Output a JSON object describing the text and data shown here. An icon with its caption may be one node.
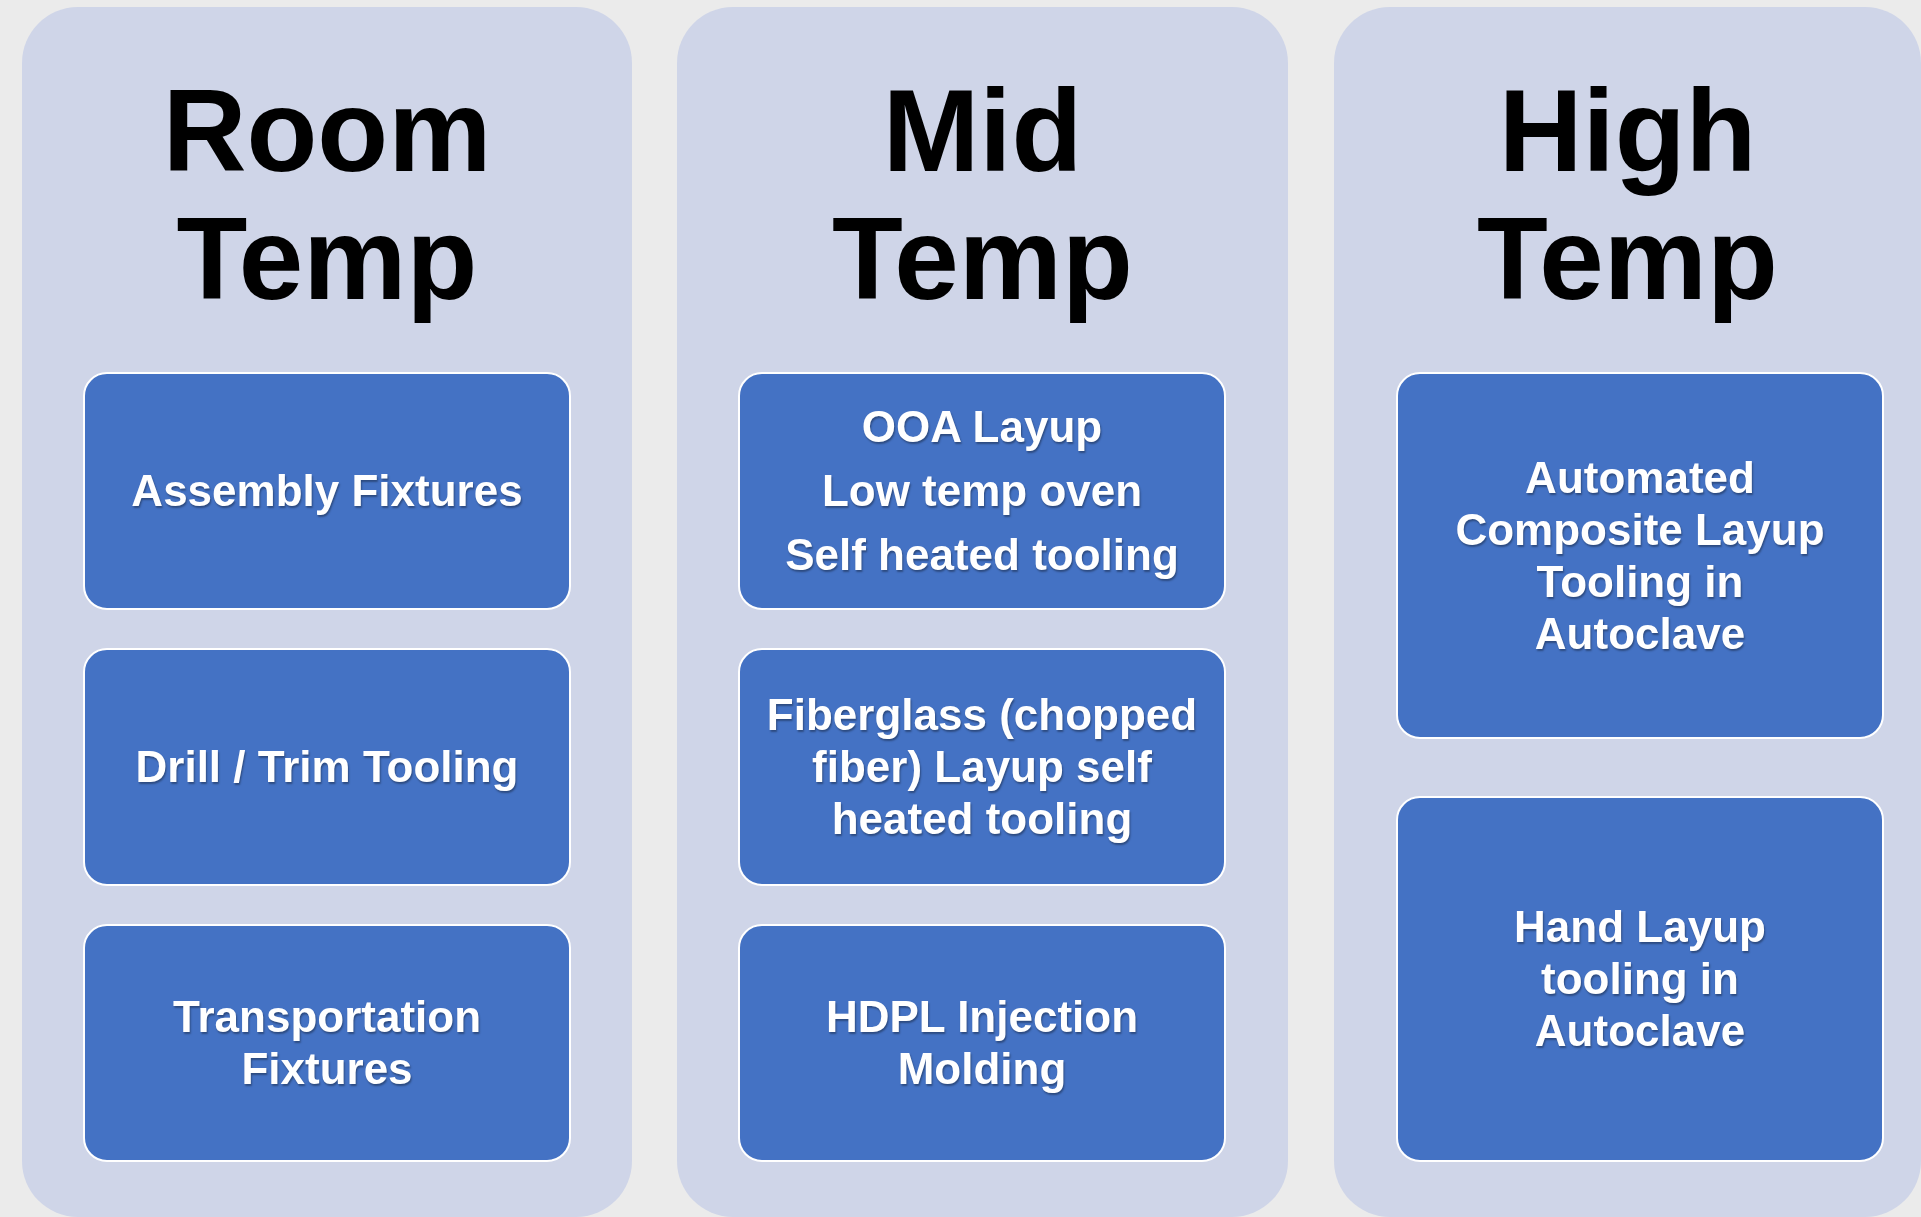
{
  "diagram": {
    "nodes": [
      {
        "text": [
          "Room Temp"
        ]
      },
      {
        "text": [
          "Assembly Fixtures"
        ],
        "in": 0
      },
      {
        "text": [
          "Drill / Trim Tooling"
        ],
        "in": 0
      },
      {
        "text": [
          "Transportation Fixtures"
        ],
        "in": 0
      },
      {
        "text": [
          "Mid Temp"
        ]
      },
      {
        "text": [
          "OOA Layup",
          "Low temp oven",
          "Self heated tooling"
        ],
        "in": 4
      },
      {
        "text": [
          "Fiberglass (chopped fiber) Layup self heated tooling"
        ],
        "in": 4
      },
      {
        "text": [
          "HDPL Injection Molding"
        ],
        "in": 4
      },
      {
        "text": [
          "High Temp"
        ]
      },
      {
        "text": [
          "Automated Composite Layup Tooling in Autoclave"
        ],
        "in": 8
      },
      {
        "text": [
          "Hand Layup tooling in Autoclave"
        ],
        "in": 8
      }
    ]
  }
}
